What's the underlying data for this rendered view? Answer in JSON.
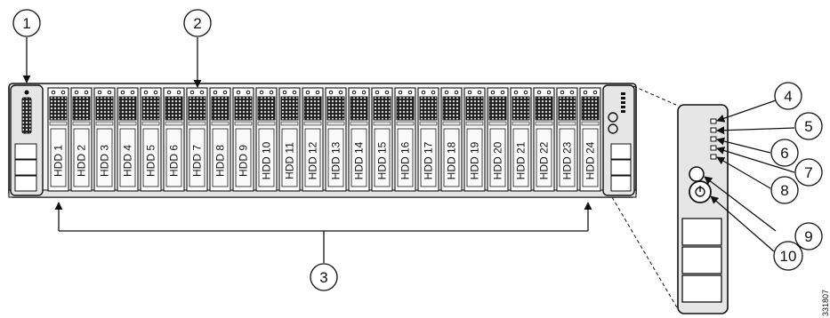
{
  "figure": {
    "id": "331807",
    "drives": [
      "HDD 1",
      "HDD 2",
      "HDD 3",
      "HDD 4",
      "HDD 5",
      "HDD 6",
      "HDD 7",
      "HDD 8",
      "HDD 9",
      "HDD 10",
      "HDD 11",
      "HDD 12",
      "HDD 13",
      "HDD 14",
      "HDD 15",
      "HDD 16",
      "HDD 17",
      "HDD 18",
      "HDD 19",
      "HDD 20",
      "HDD 21",
      "HDD 22",
      "HDD 23",
      "HDD 24"
    ],
    "callouts": [
      "1",
      "2",
      "3",
      "4",
      "5",
      "6",
      "7",
      "8",
      "9",
      "10"
    ],
    "colors": {
      "line": "#111111",
      "bezel": "#d8d8d8",
      "grille": "#1a1a1a"
    }
  }
}
